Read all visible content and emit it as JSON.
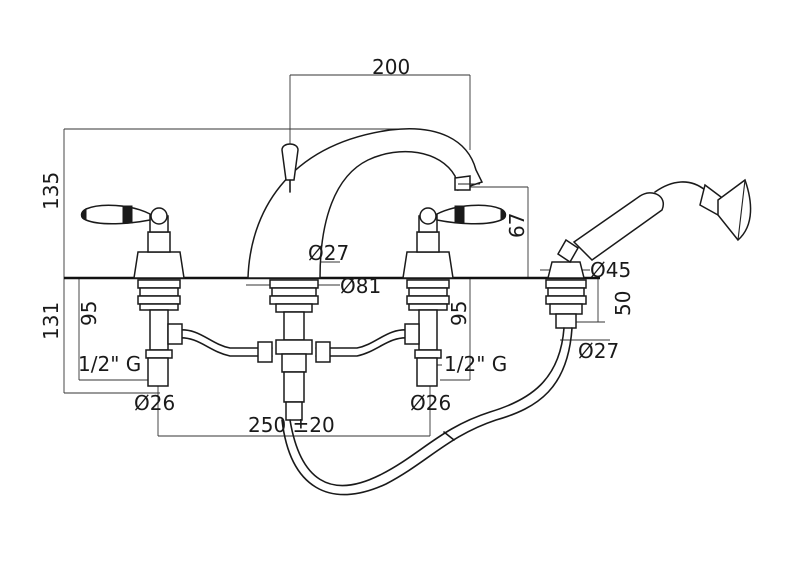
{
  "dimensions": {
    "spout_reach": "200",
    "overall_height": "135",
    "spout_height": "67",
    "below_deck_total": "131",
    "below_deck_left": "95",
    "below_deck_right": "95",
    "handshower_tail": "50",
    "spout_shank_dia": "Ø27",
    "spout_flange_dia": "Ø81",
    "handshower_flange_dia": "Ø45",
    "handshower_shank_dia": "Ø27",
    "left_tail_dia": "Ø26",
    "right_tail_dia": "Ø26",
    "left_inlet_thread": "1/2\" G",
    "right_inlet_thread": "1/2\" G",
    "centres": "250 ±20"
  }
}
